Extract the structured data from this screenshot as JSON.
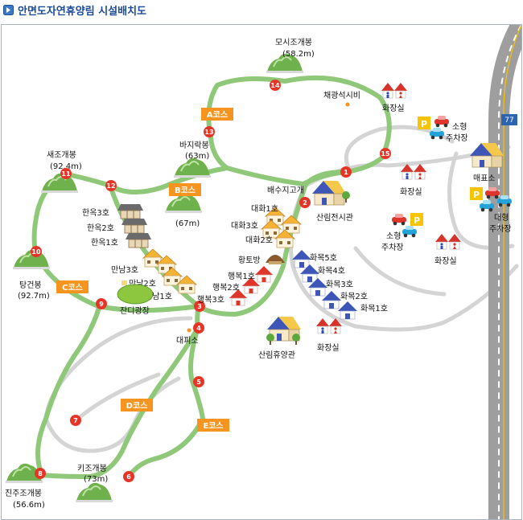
{
  "header": {
    "title": "안면도자연휴양림 시설배치도"
  },
  "colors": {
    "trail": "#8fc879",
    "road": "#d4d4d4",
    "checkpoint": "#e53527",
    "course_badge": "#f5941e",
    "highway": "#2c64b2",
    "parking": "#f6c400"
  },
  "highway": {
    "number": "77"
  },
  "peaks": {
    "mosijo": {
      "name": "모시조개봉",
      "height": "(58.2m)"
    },
    "baji": {
      "name": "바지락봉",
      "height": "(63m)"
    },
    "saejo": {
      "name": "새조개봉",
      "height": "(92.4m)"
    },
    "b67": {
      "height": "(67m)"
    },
    "tanggeon": {
      "name": "탕건봉",
      "height": "(92.7m)"
    },
    "kijo": {
      "name": "키조개봉",
      "height": "(73m)"
    },
    "jinju": {
      "name": "진주조개봉",
      "height": "(56.6m)"
    }
  },
  "courses": {
    "a": "A코스",
    "b": "B코스",
    "c": "C코스",
    "d": "D코스",
    "e": "E코스"
  },
  "checkpoints": [
    "1",
    "2",
    "3",
    "4",
    "5",
    "6",
    "7",
    "8",
    "9",
    "10",
    "11",
    "12",
    "13",
    "14",
    "15"
  ],
  "facilities": {
    "chaegwang": "채광석시비",
    "toilet": "화장실",
    "small_parking": "소형주차장",
    "small_parking_l1": "소형",
    "small_parking_l2": "주차장",
    "large_parking_l1": "대형",
    "large_parking_l2": "주차장",
    "ticket_office": "매표소",
    "baesuji": "배수지고개",
    "exhibit": "산림전시관",
    "hanok3": "한옥3호",
    "hanok2": "한옥2호",
    "hanok1": "한옥1호",
    "daehwa1": "대화1호",
    "daehwa3": "대화3호",
    "daehwa2": "대화2호",
    "hwangto": "황토방",
    "mannam3": "만남3호",
    "mannam2": "만남2호",
    "mannam1": "만남1호",
    "jandi": "잔디광장",
    "haengbok1": "행복1호",
    "haengbok2": "행복2호",
    "haengbok3": "행복3호",
    "hwamok5": "화목5호",
    "hwamok4": "화목4호",
    "hwamok3": "화목3호",
    "hwamok2": "화목2호",
    "hwamok1": "화목1호",
    "shelter": "대피소",
    "rest_hall": "산림휴양관",
    "parking_letter": "P"
  }
}
